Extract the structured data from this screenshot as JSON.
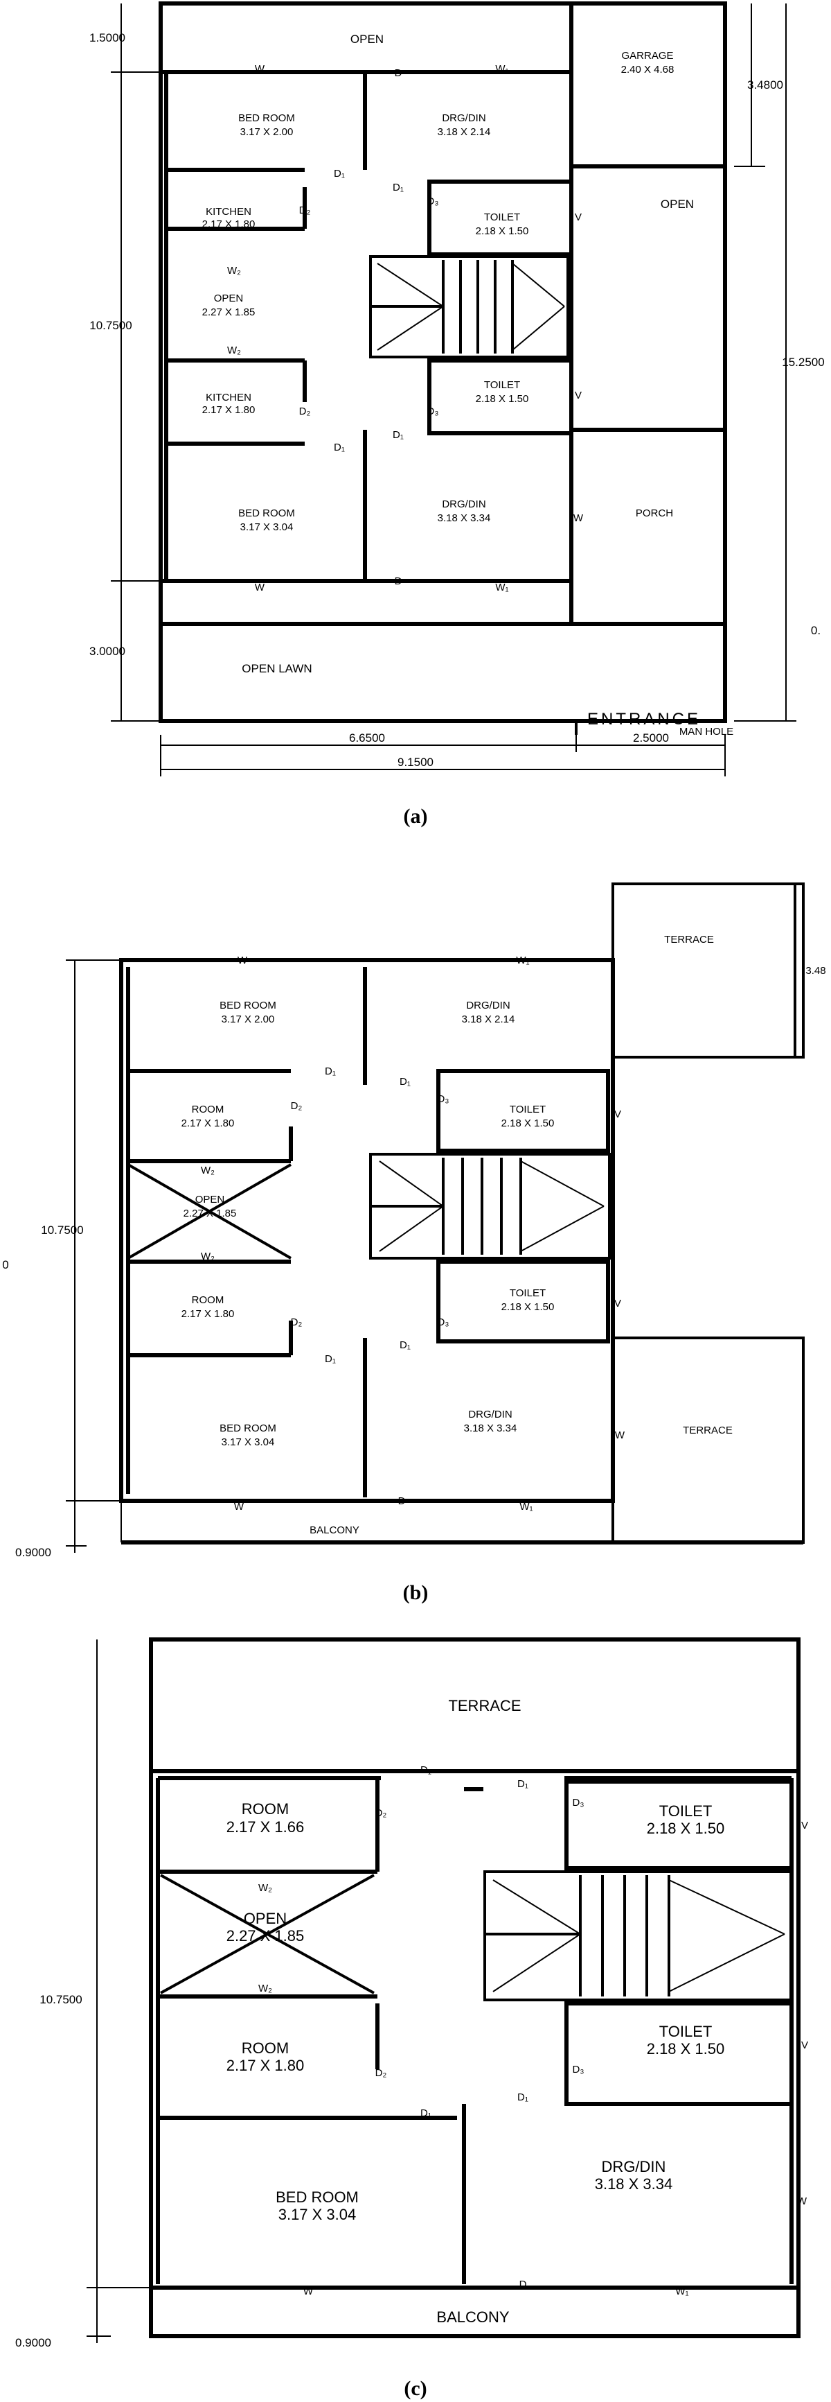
{
  "plan_a": {
    "caption": "(a)",
    "rooms": {
      "open_top": "OPEN",
      "garrage": "GARRAGE",
      "garrage_dim": "2.40 X 4.68",
      "bed1": "BED ROOM",
      "bed1_dim": "3.17 X 2.00",
      "drg1": "DRG/DIN",
      "drg1_dim": "3.18 X 2.14",
      "kitchen1": "KITCHEN",
      "kitchen1_dim": "2.17 X 1.80",
      "open_mid": "OPEN",
      "open_mid_dim": "2.27 X 1.85",
      "kitchen2": "KITCHEN",
      "kitchen2_dim": "2.17 X 1.80",
      "toilet1": "TOILET",
      "toilet1_dim": "2.18 X 1.50",
      "toilet2": "TOILET",
      "toilet2_dim": "2.18 X 1.50",
      "open_right": "OPEN",
      "bed2": "BED ROOM",
      "bed2_dim": "3.17 X 3.04",
      "drg2": "DRG/DIN",
      "drg2_dim": "3.18 X 3.34",
      "porch": "PORCH",
      "lawn": "OPEN LAWN",
      "entrance": "ENTRANCE",
      "manhole": "MAN HOLE"
    },
    "marks": {
      "w": "W",
      "w1": "W₁",
      "w2": "W₂",
      "d": "D",
      "d1": "D₁",
      "d2": "D₂",
      "d3": "D₃",
      "v": "V"
    },
    "dims": {
      "top": "1.5000",
      "middle": "10.7500",
      "bottom": "3.0000",
      "garrage": "3.4800",
      "total_height": "15.2500",
      "right_cut": "0.",
      "width_left": "6.6500",
      "width_right": "2.5000",
      "width_total": "9.1500"
    }
  },
  "plan_b": {
    "caption": "(b)",
    "rooms": {
      "terrace_top": "TERRACE",
      "bed1": "BED ROOM",
      "bed1_dim": "3.17 X 2.00",
      "drg1": "DRG/DIN",
      "drg1_dim": "3.18 X 2.14",
      "room1": "ROOM",
      "room1_dim": "2.17 X 1.80",
      "open": "OPEN",
      "open_dim": "2.27 X 1.85",
      "room2": "ROOM",
      "room2_dim": "2.17 X 1.80",
      "toilet1": "TOILET",
      "toilet1_dim": "2.18 X 1.50",
      "toilet2": "TOILET",
      "toilet2_dim": "2.18 X 1.50",
      "bed2": "BED ROOM",
      "bed2_dim": "3.17 X 3.04",
      "drg2": "DRG/DIN",
      "drg2_dim": "3.18 X 3.34",
      "terrace_bottom": "TERRACE",
      "balcony": "BALCONY"
    },
    "dims": {
      "middle": "10.7500",
      "balcony": "0.9000",
      "terrace_cut": "3.48",
      "left_cut": "0"
    }
  },
  "plan_c": {
    "caption": "(c)",
    "rooms": {
      "terrace": "TERRACE",
      "room1": "ROOM",
      "room1_dim": "2.17 X 1.66",
      "open": "OPEN",
      "open_dim": "2.27 X 1.85",
      "room2": "ROOM",
      "room2_dim": "2.17 X 1.80",
      "toilet1": "TOILET",
      "toilet1_dim": "2.18 X 1.50",
      "toilet2": "TOILET",
      "toilet2_dim": "2.18 X 1.50",
      "bed": "BED ROOM",
      "bed_dim": "3.17 X 3.04",
      "drg": "DRG/DIN",
      "drg_dim": "3.18 X 3.34",
      "balcony": "BALCONY"
    },
    "dims": {
      "middle": "10.7500",
      "balcony": "0.9000"
    }
  }
}
